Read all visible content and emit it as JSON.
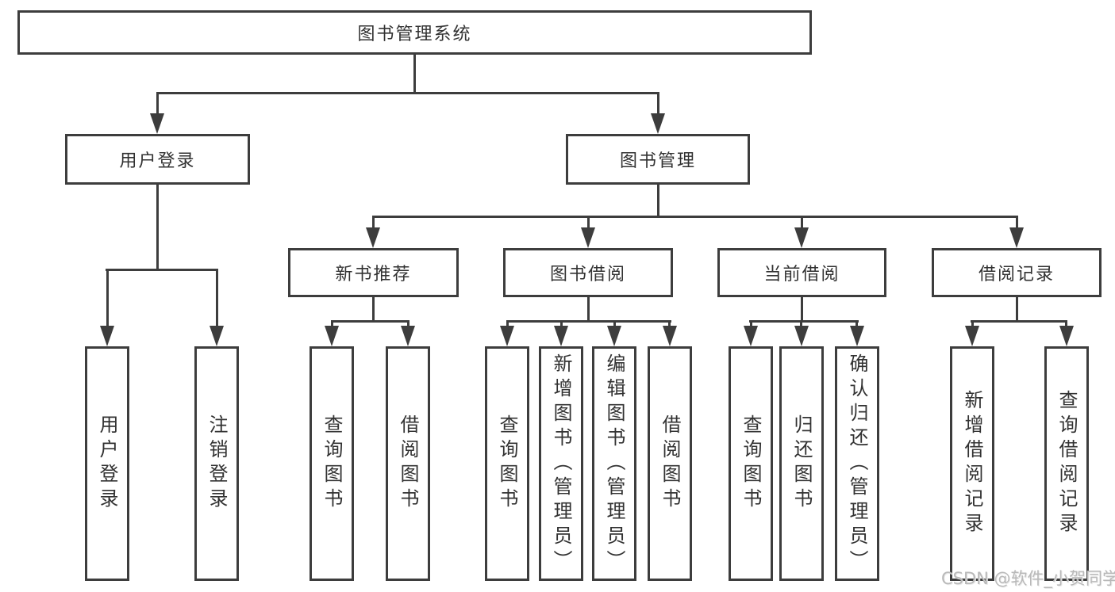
{
  "root": {
    "label": "图书管理系统"
  },
  "level2": {
    "user_login": {
      "label": "用户登录"
    },
    "book_mgmt": {
      "label": "图书管理"
    }
  },
  "level3": {
    "new_books": {
      "label": "新书推荐"
    },
    "book_borrow": {
      "label": "图书借阅"
    },
    "current_borrow": {
      "label": "当前借阅"
    },
    "borrow_records": {
      "label": "借阅记录"
    }
  },
  "level4": {
    "user_login": [
      "用户登录",
      "注销登录"
    ],
    "new_books": [
      "查询图书",
      "借阅图书"
    ],
    "book_borrow": [
      "查询图书",
      "新增图书（管理员）",
      "编辑图书（管理员）",
      "借阅图书"
    ],
    "current_borrow": [
      "查询图书",
      "归还图书",
      "确认归还（管理员）"
    ],
    "borrow_records": [
      "新增借阅记录",
      "查询借阅记录"
    ]
  },
  "watermark": "CSDN @软件_小贺同学",
  "colors": {
    "line": "#3d3d3d",
    "text": "#323232",
    "watermark": "#b9b9b9",
    "background": "#ffffff"
  }
}
